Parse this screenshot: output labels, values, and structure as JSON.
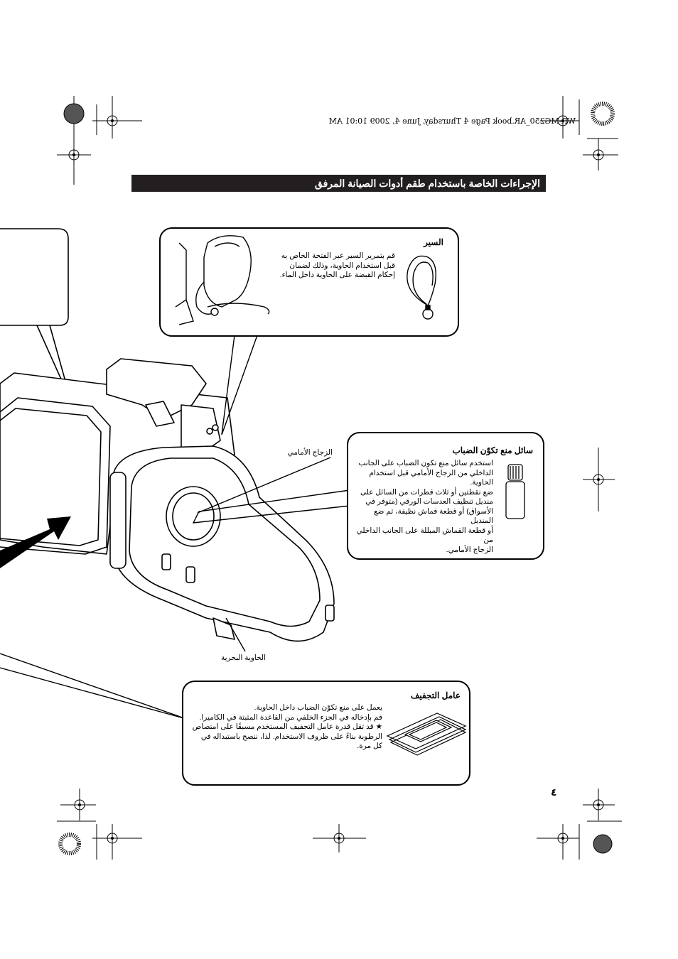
{
  "header": {
    "stamp": "WR-MG250_AR.book  Page 4  Thursday, June 4, 2009  10:01 AM"
  },
  "title_bar": {
    "title": "الإجراءات الخاصة باستخدام طقم أدوات الصيانة المرفق"
  },
  "strap_box": {
    "heading": "السير",
    "lines": [
      "قم بتمرير السير عبر الفتحة الخاص به",
      "قبل استخدام الحاوية، وذلك لضمان",
      "إحكام القبضة على الحاوية داخل الماء."
    ]
  },
  "antifog_box": {
    "heading": "سائل منع تكوّن الضباب",
    "lines": [
      "استخدم سائل منع تكون الضباب على الجانب",
      "الداخلي من الزجاج الأمامي قبل استخدام",
      "الحاوية.",
      "ضع نقطتين أو ثلاث قطرات من السائل على",
      "منديل تنظيف العدسات الورقي (متوفر في",
      "الأسواق) أو قطعة قماش نظيفة، ثم ضع المنديل",
      "أو قطعة القماش المبللة على الجانب الداخلي من",
      "الزجاج الأمامي."
    ]
  },
  "desiccant_box": {
    "heading": "عامل التجفيف",
    "lines": [
      "يعمل على منع تكوّن الضباب داخل الحاوية.",
      "قم بإدخاله في الجزء الخلفي من القاعدة المثبتة في الكاميرا.",
      "★ قد تقل قدرة عامل التجفيف المستخدم مسبقًا على امتصاص",
      "الرطوبة بناءً على ظروف الاستخدام. لذا، ننصح باستبداله في",
      "كل مرة."
    ]
  },
  "labels": {
    "front_glass": "الزجاج الأمامي",
    "marine_case": "الحاوية البحرية"
  },
  "page_number": "٤"
}
